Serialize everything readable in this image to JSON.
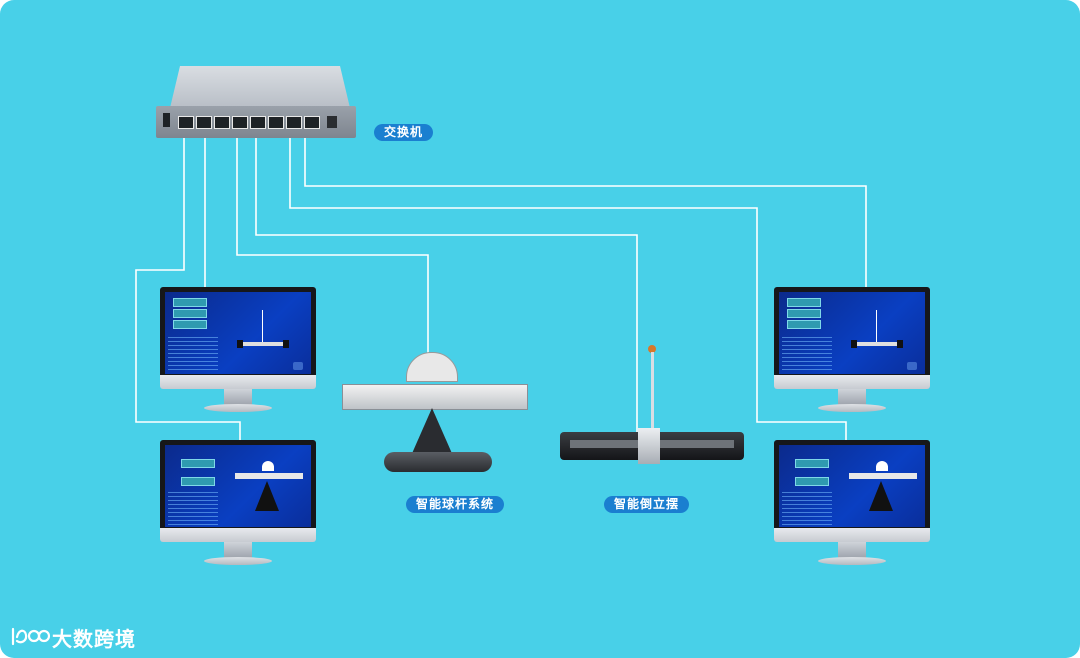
{
  "labels": {
    "switch": "交换机",
    "ball_beam": "智能球杆系统",
    "inverted_pendulum": "智能倒立摆"
  },
  "brand": {
    "name": "大数跨境",
    "icon": "brand-logo-icon"
  },
  "colors": {
    "background": "#48d0e8",
    "wire": "#ffffff",
    "label_pill": "#1a7fd0",
    "screen": "#0a3fc2"
  }
}
